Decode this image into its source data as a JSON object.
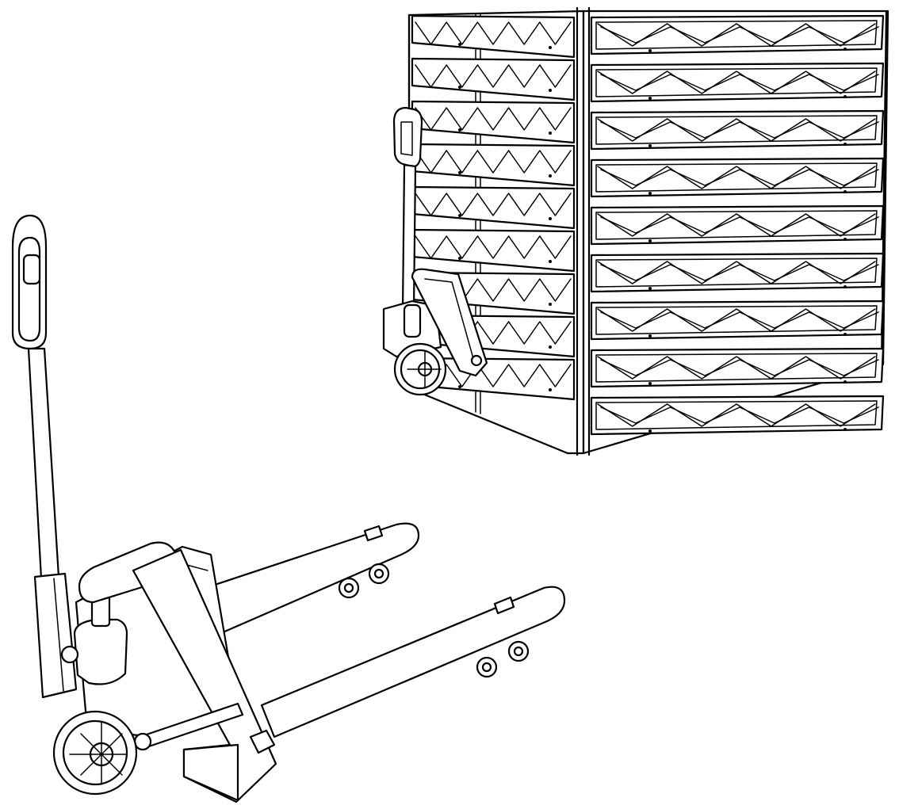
{
  "scene": {
    "background": "#ffffff",
    "line_color": "#000000",
    "style": "black-and-white line drawing"
  },
  "rack": {
    "tiers": 9
  },
  "pallet_trucks": {
    "count": 2
  }
}
